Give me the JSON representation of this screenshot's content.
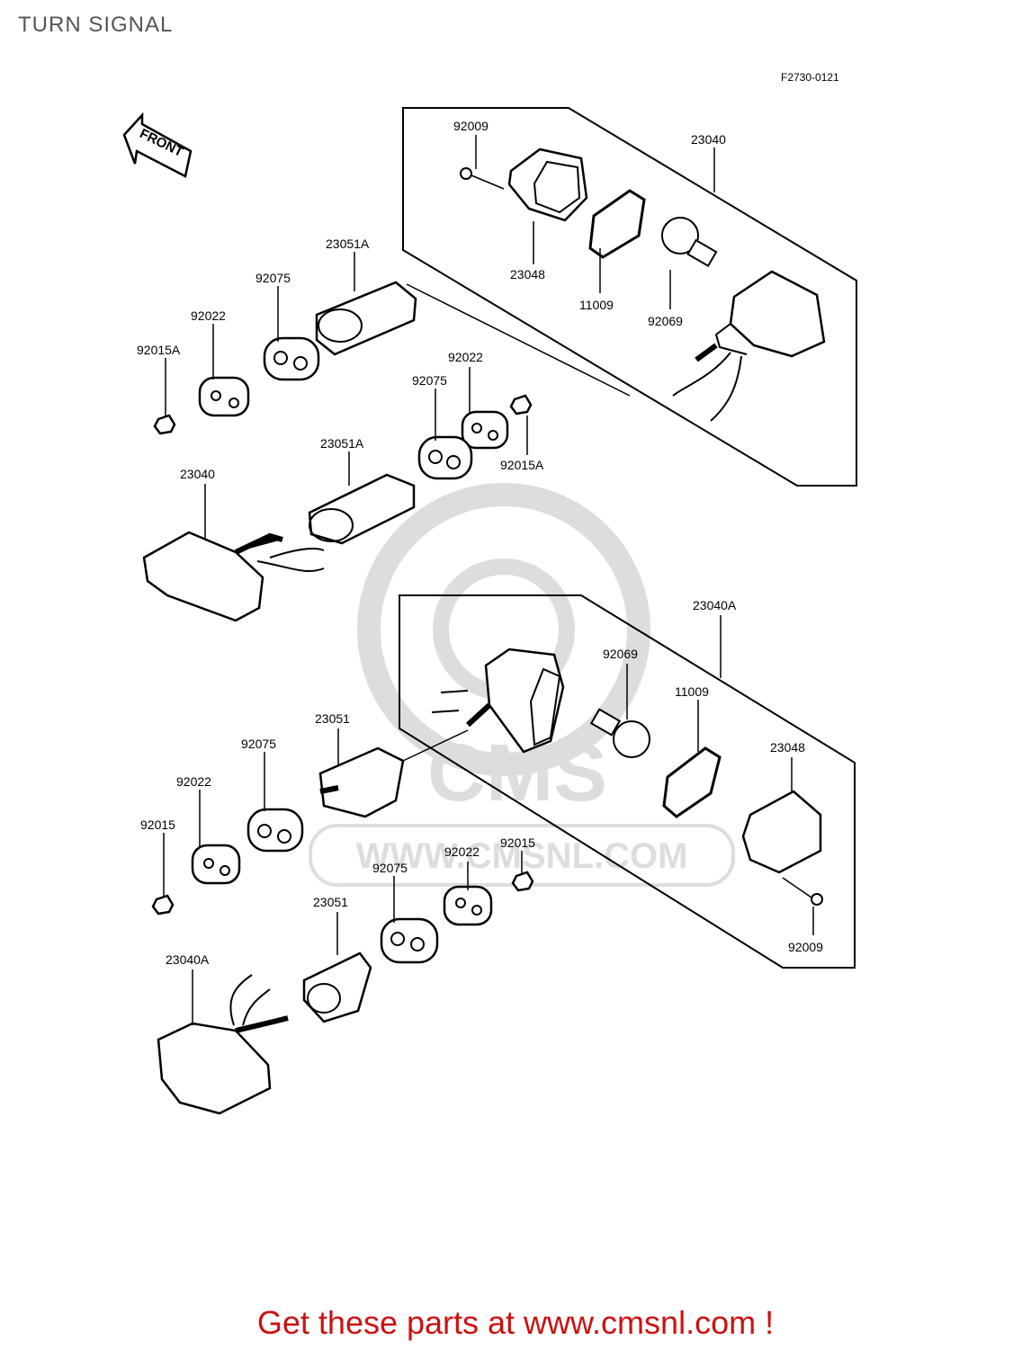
{
  "page": {
    "title": "TURN SIGNAL",
    "figure_code": "F2730-0121"
  },
  "front_arrow_label": "FRONT",
  "watermark": {
    "brand": "CMS",
    "site": "WWW.CMSNL.COM"
  },
  "labels": {
    "l_92009_a": "92009",
    "l_23040_a": "23040",
    "l_23051A_a": "23051A",
    "l_92075_a": "92075",
    "l_92022_a": "92022",
    "l_92015A_a": "92015A",
    "l_23048_a": "23048",
    "l_11009_a": "11009",
    "l_92069_a": "92069",
    "l_92022_b": "92022",
    "l_92075_b": "92075",
    "l_23051A_b": "23051A",
    "l_92015A_b": "92015A",
    "l_23040_b": "23040",
    "l_23040A_a": "23040A",
    "l_92069_b": "92069",
    "l_11009_b": "11009",
    "l_23048_b": "23048",
    "l_23051_a": "23051",
    "l_92075_c": "92075",
    "l_92022_c": "92022",
    "l_92015_a": "92015",
    "l_92022_d": "92022",
    "l_92015_b": "92015",
    "l_92075_d": "92075",
    "l_23051_b": "23051",
    "l_92009_b": "92009",
    "l_23040A_b": "23040A"
  },
  "footer": {
    "cta": "Get these parts at www.cmsnl.com !"
  }
}
